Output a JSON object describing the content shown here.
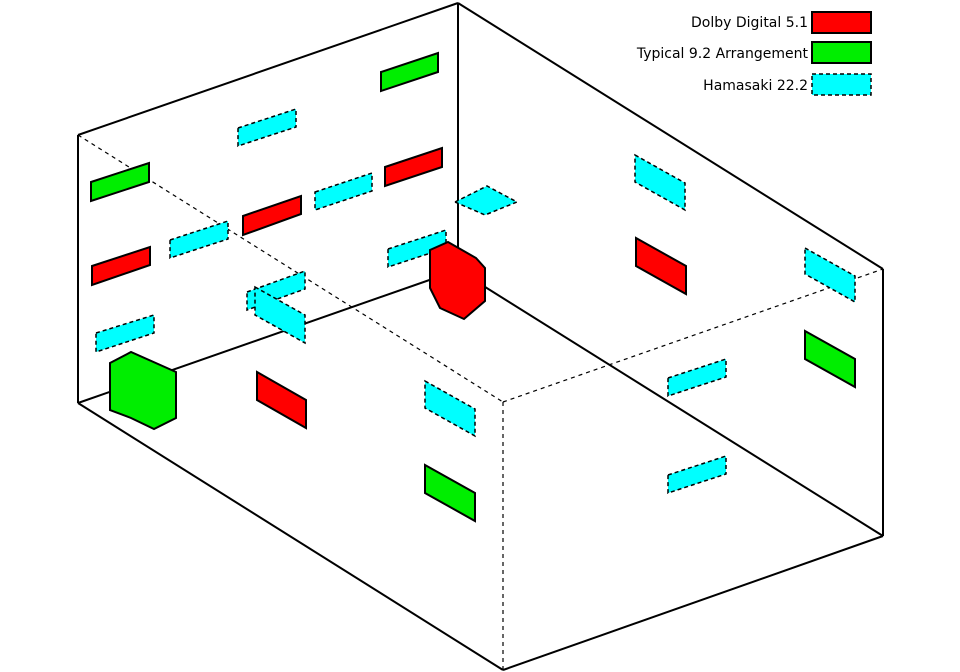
{
  "legend": {
    "items": [
      {
        "id": "dolby",
        "label": "Dolby Digital 5.1"
      },
      {
        "id": "typical",
        "label": "Typical 9.2 Arrangement"
      },
      {
        "id": "hamasaki",
        "label": "Hamasaki 22.2"
      }
    ]
  },
  "colors": {
    "dolby": "#ff0000",
    "typical": "#00ee00",
    "hamasaki": "#00ffff",
    "outline": "#000000",
    "background": "#ffffff"
  }
}
